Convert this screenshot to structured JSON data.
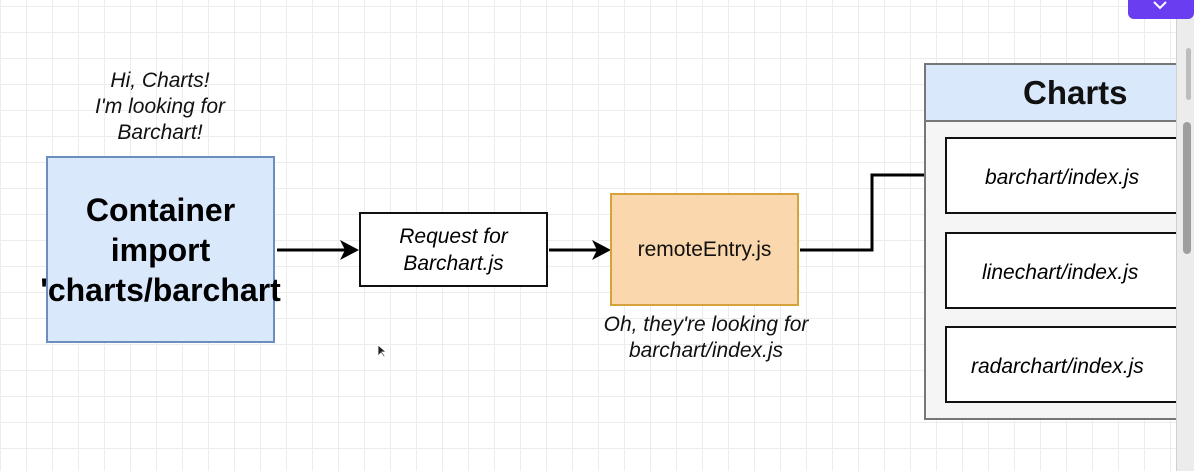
{
  "diagram": {
    "container_note": [
      "Hi, Charts!",
      "I'm looking for",
      "Barchart!"
    ],
    "container_box": [
      "Container",
      "import",
      "'charts/barchart"
    ],
    "request_box": [
      "Request for",
      "Barchart.js"
    ],
    "remote_entry_box": "remoteEntry.js",
    "remote_note": [
      "Oh, they're looking for",
      "barchart/index.js"
    ],
    "charts_group": {
      "title": "Charts",
      "items": [
        "barchart/index.js",
        "linechart/index.js",
        "radarchart/index.js"
      ]
    }
  },
  "colors": {
    "container_fill": "#dae8fc",
    "container_stroke": "#6c8ebf",
    "remote_fill": "#fad7ac",
    "remote_stroke": "#d6a23c",
    "group_fill": "#f5f5f5",
    "accent_button": "#6a3ef0"
  }
}
